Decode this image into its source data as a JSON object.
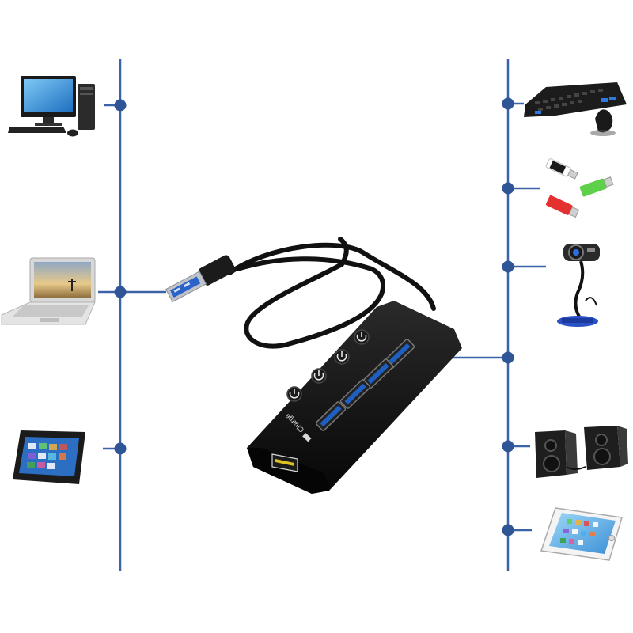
{
  "diagram": {
    "hub": {
      "charge_label": "Charge",
      "port_count": 4,
      "power_icon": "power-icon",
      "cable": "usb-3-cable"
    },
    "left_devices": [
      {
        "name": "desktop-computer",
        "icon": "desktop-computer-icon"
      },
      {
        "name": "laptop",
        "icon": "laptop-icon"
      },
      {
        "name": "tablet",
        "icon": "tablet-icon"
      }
    ],
    "right_devices": [
      {
        "name": "keyboard-and-mouse",
        "icon": "keyboard-icon"
      },
      {
        "name": "usb-flash-drives",
        "icon": "flash-drive-icon"
      },
      {
        "name": "webcam",
        "icon": "webcam-icon"
      },
      {
        "name": "speakers",
        "icon": "speaker-icon"
      },
      {
        "name": "smartphone",
        "icon": "smartphone-icon"
      }
    ],
    "line_color": "#3b63a8",
    "dot_color": "#2f5597",
    "hub_color": "#111111",
    "port_accent": "#1f5fbf"
  }
}
